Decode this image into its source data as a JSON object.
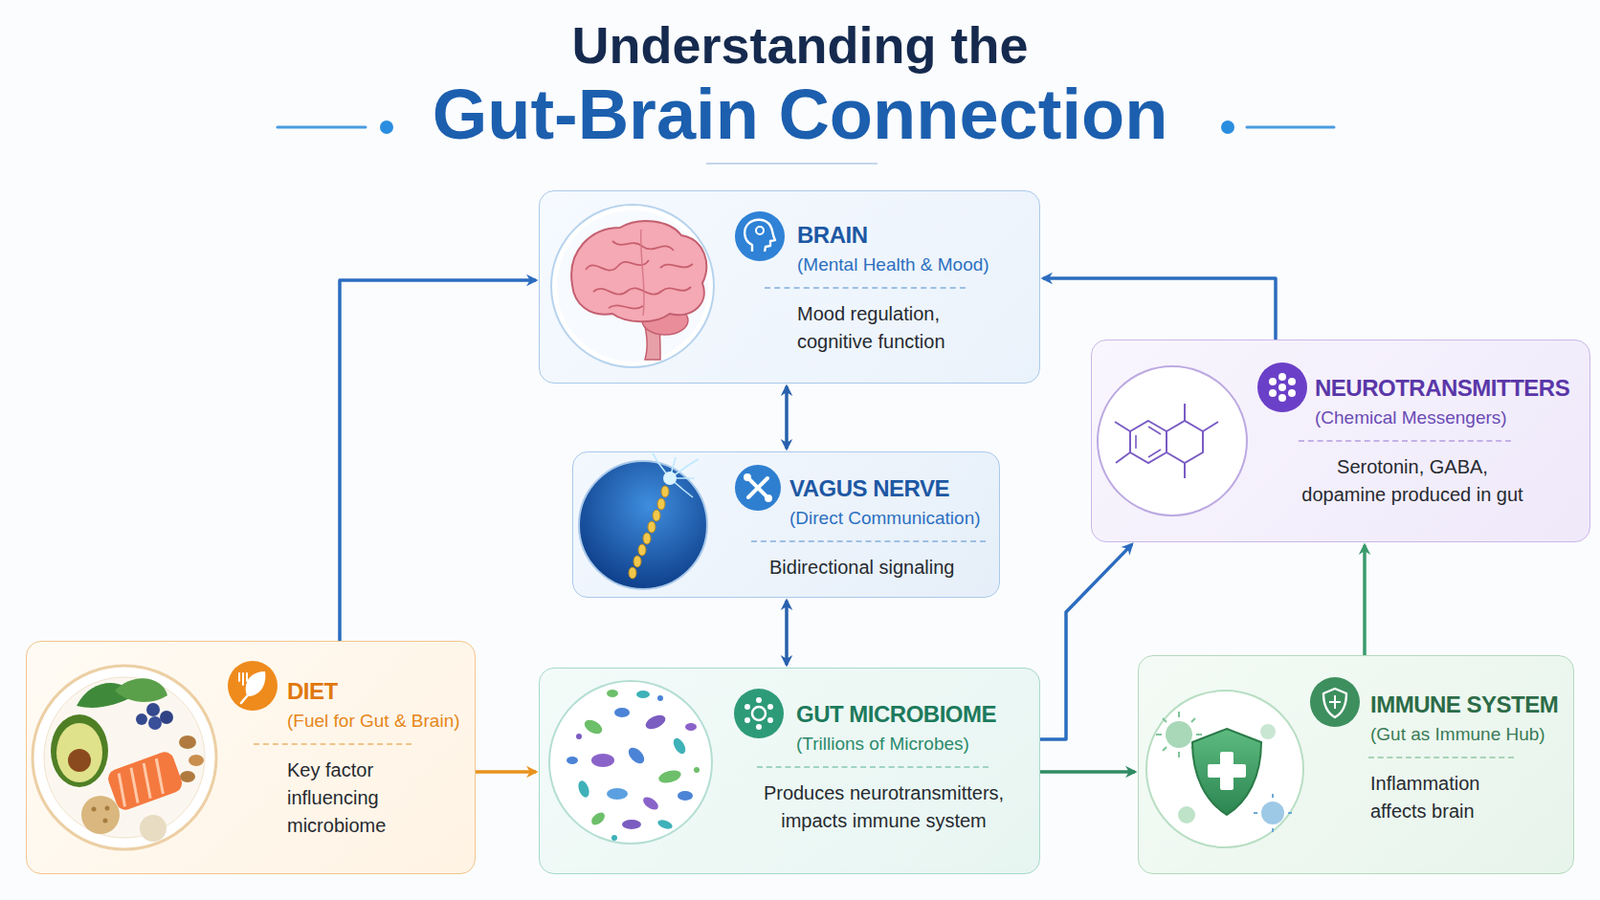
{
  "diagram": {
    "title": "Understanding the",
    "nodes": [
      {
        "text": [
          "BRAIN",
          "(Mental Health & Mood)",
          "Mood regulation, cognitive function"
        ]
      },
      {
        "text": [
          "NEUROTRANSMITTERS",
          "(Chemical Messengers)",
          "Serotonin, GABA, dopamine produced in gut"
        ]
      },
      {
        "text": [
          "VAGUS NERVE",
          "(Direct Communication)",
          "Bidirectional signaling"
        ]
      },
      {
        "text": [
          "DIET",
          "(Fuel for Gut & Brain)",
          "Key factor influencing microbiome"
        ]
      },
      {
        "text": [
          "GUT MICROBIOME",
          "(Trillions of Microbes)",
          "Produces neurotransmitters, impacts immune system"
        ]
      },
      {
        "text": [
          "IMMUNE SYSTEM",
          "(Gut as Immune Hub)",
          "Inflammation affects brain"
        ]
      }
    ],
    "edges": [
      {
        "from": 3,
        "to": 0,
        "arrow": "to"
      },
      {
        "from": 0,
        "to": 2,
        "arrow": "both"
      },
      {
        "from": 2,
        "to": 4,
        "arrow": "both"
      },
      {
        "from": 3,
        "to": 4,
        "arrow": "to"
      },
      {
        "from": 4,
        "to": 5,
        "arrow": "to"
      },
      {
        "from": 4,
        "to": 1,
        "arrow": "to"
      },
      {
        "from": 5,
        "to": 1,
        "arrow": "to"
      },
      {
        "from": 1,
        "to": 0,
        "arrow": "to"
      }
    ],
    "labels": [
      "Gut-Brain Connection"
    ]
  }
}
